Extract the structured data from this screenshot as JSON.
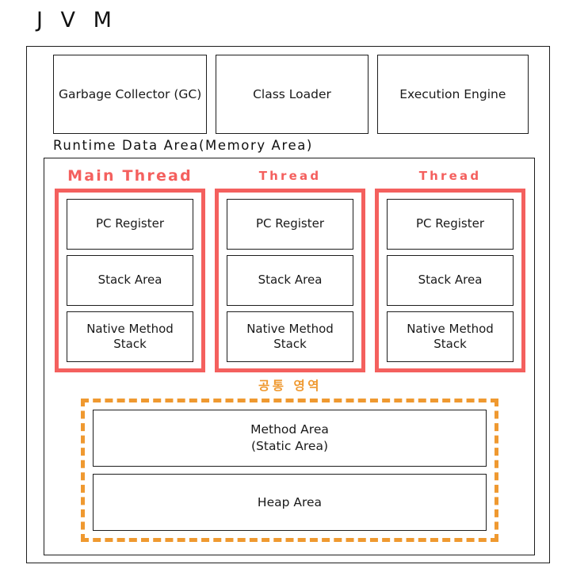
{
  "title": "J V M",
  "colors": {
    "thread_accent": "#F4605E",
    "shared_accent": "#EF9930",
    "outline": "#1d1d1d",
    "text": "#1a1a1a",
    "background": "#ffffff"
  },
  "jvm": {
    "components": [
      {
        "label": "Garbage Collector\n(GC)",
        "name": "garbage-collector"
      },
      {
        "label": "Class Loader",
        "name": "class-loader"
      },
      {
        "label": "Execution Engine",
        "name": "execution-engine"
      }
    ],
    "runtime_data_area": {
      "label": "Runtime Data Area(Memory Area)",
      "threads": [
        {
          "label": "Main Thread",
          "kind": "main",
          "boxes": [
            "PC Register",
            "Stack Area",
            "Native Method\nStack"
          ]
        },
        {
          "label": "Thread",
          "kind": "worker",
          "boxes": [
            "PC Register",
            "Stack Area",
            "Native Method\nStack"
          ]
        },
        {
          "label": "Thread",
          "kind": "worker",
          "boxes": [
            "PC Register",
            "Stack Area",
            "Native Method\nStack"
          ]
        }
      ],
      "shared_area": {
        "label": "공통 영역",
        "boxes": [
          "Method Area\n(Static Area)",
          "Heap Area"
        ]
      }
    }
  }
}
